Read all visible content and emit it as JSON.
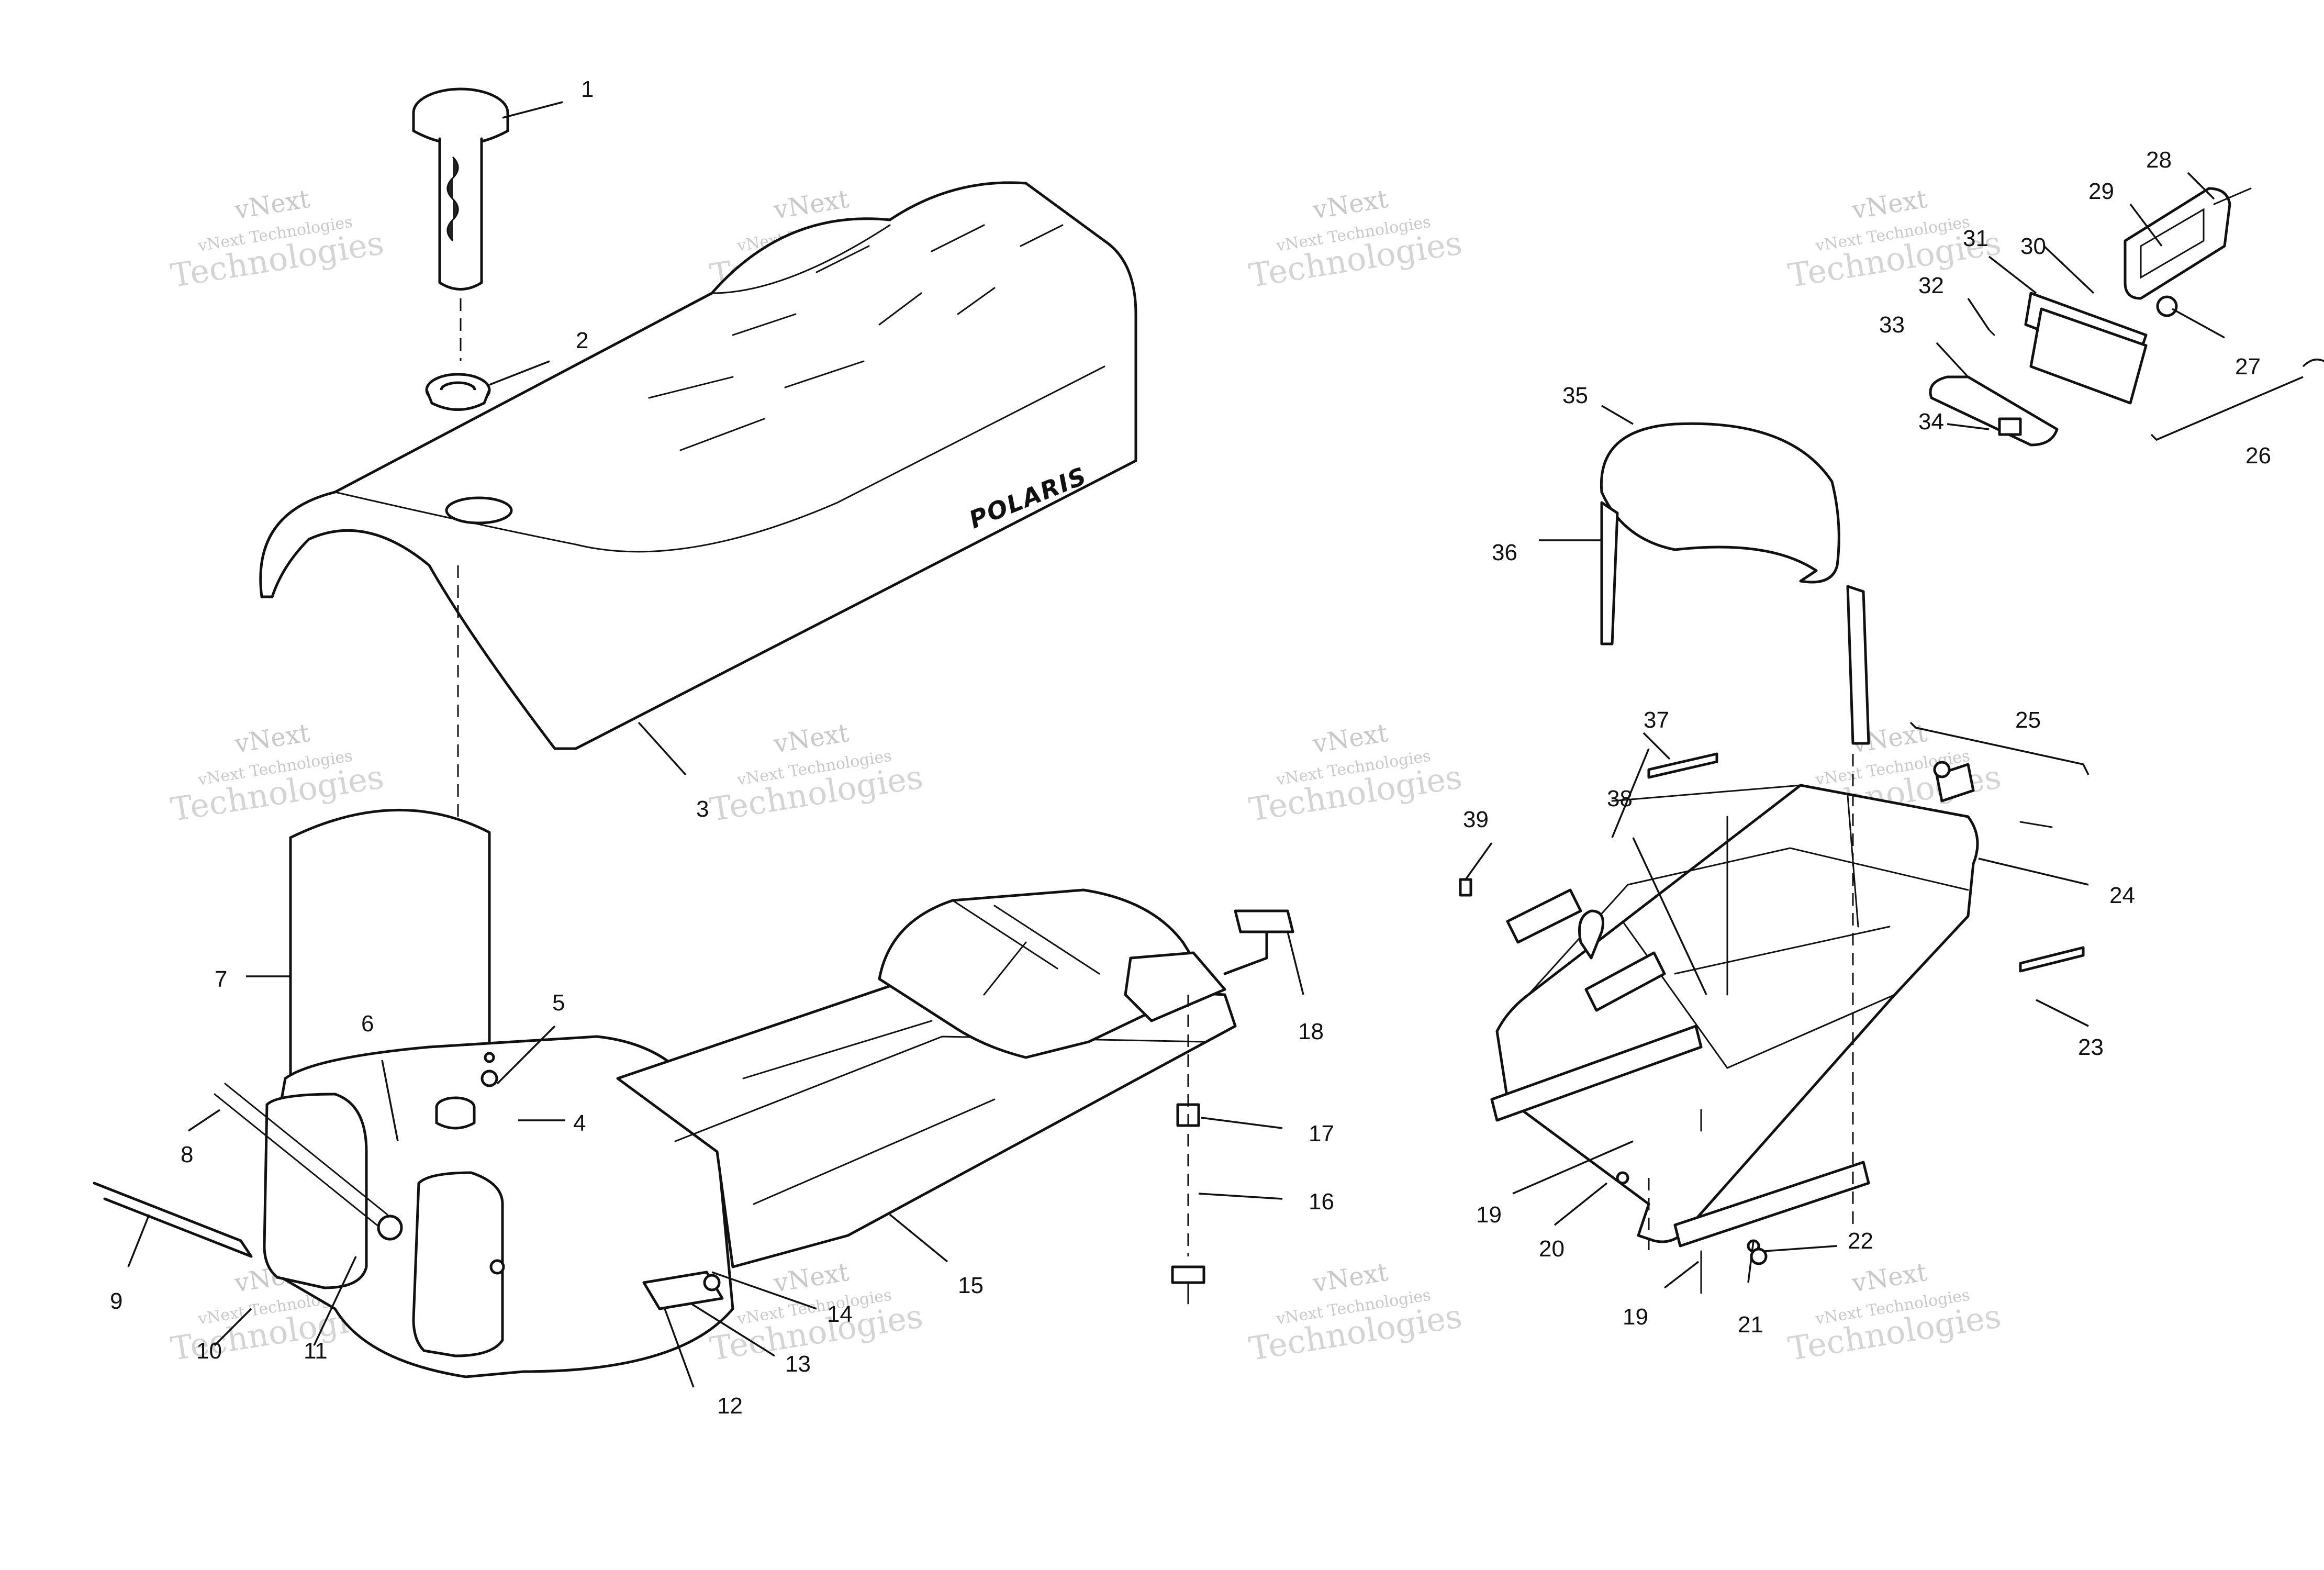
{
  "brand_label": "POLARIS",
  "watermark": {
    "line1": "vNext",
    "line2": "vNext Technologies",
    "line3": "Technologies"
  },
  "callouts": [
    "1",
    "2",
    "3",
    "4",
    "5",
    "6",
    "7",
    "8",
    "9",
    "10",
    "11",
    "12",
    "13",
    "14",
    "15",
    "16",
    "17",
    "18",
    "19",
    "19",
    "20",
    "21",
    "22",
    "23",
    "24",
    "25",
    "26",
    "27",
    "28",
    "29",
    "30",
    "31",
    "32",
    "33",
    "34",
    "35",
    "36",
    "37",
    "38",
    "39"
  ],
  "colors": {
    "line": "#111111",
    "background": "#ffffff",
    "watermark": "#c8c8c8"
  }
}
